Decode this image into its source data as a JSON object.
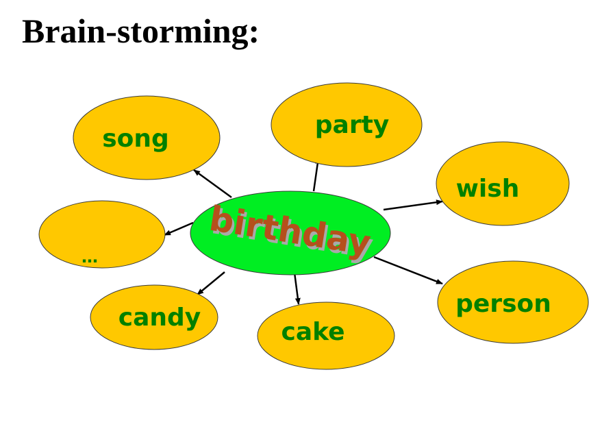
{
  "title": "Brain-storming:",
  "center": {
    "label": "birthday"
  },
  "nodes": [
    {
      "id": "song",
      "label": "song"
    },
    {
      "id": "party",
      "label": "party"
    },
    {
      "id": "wish",
      "label": "wish"
    },
    {
      "id": "more",
      "label": "…"
    },
    {
      "id": "candy",
      "label": "candy"
    },
    {
      "id": "cake",
      "label": "cake"
    },
    {
      "id": "person",
      "label": "person"
    }
  ],
  "colors": {
    "node_fill": "#FFC800",
    "node_text": "#008000",
    "center_fill": "#00EE22",
    "center_text": "#B5501C",
    "center_shadow": "#A9A9A9",
    "arrow": "#000000"
  }
}
